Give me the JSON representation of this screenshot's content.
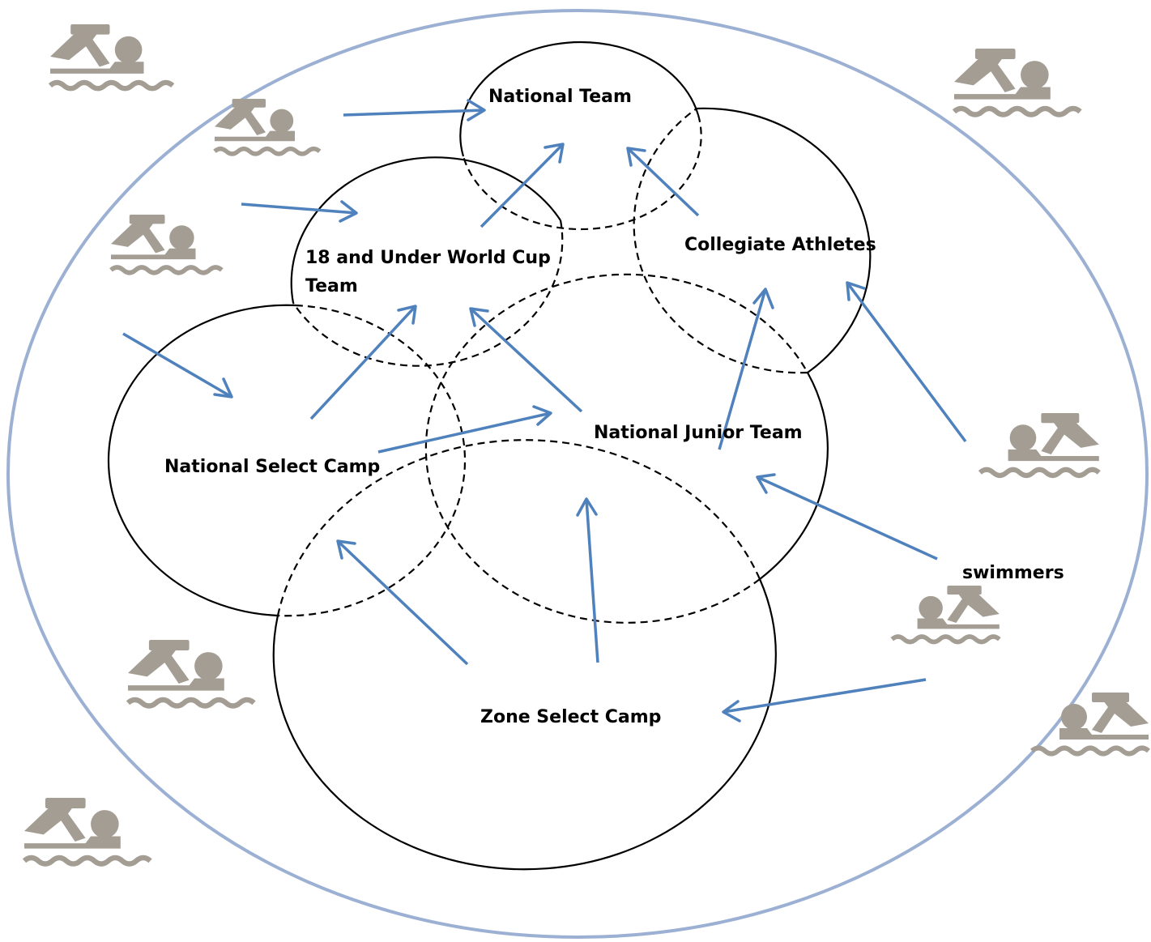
{
  "colors": {
    "outer_ellipse": "#9cb0d3",
    "arrows": "#4f81bd",
    "swimmer_icon": "#a49d93",
    "circles": "#000000"
  },
  "icons": [
    "swimmer-icon"
  ],
  "labels": {
    "national_team": "National Team",
    "world_cup_line1": "18 and Under World Cup",
    "world_cup_line2": "Team",
    "collegiate": "Collegiate Athletes",
    "select_camp": "National Select Camp",
    "junior_team": "National Junior Team",
    "zone_camp": "Zone Select Camp",
    "swimmers": "swimmers"
  }
}
